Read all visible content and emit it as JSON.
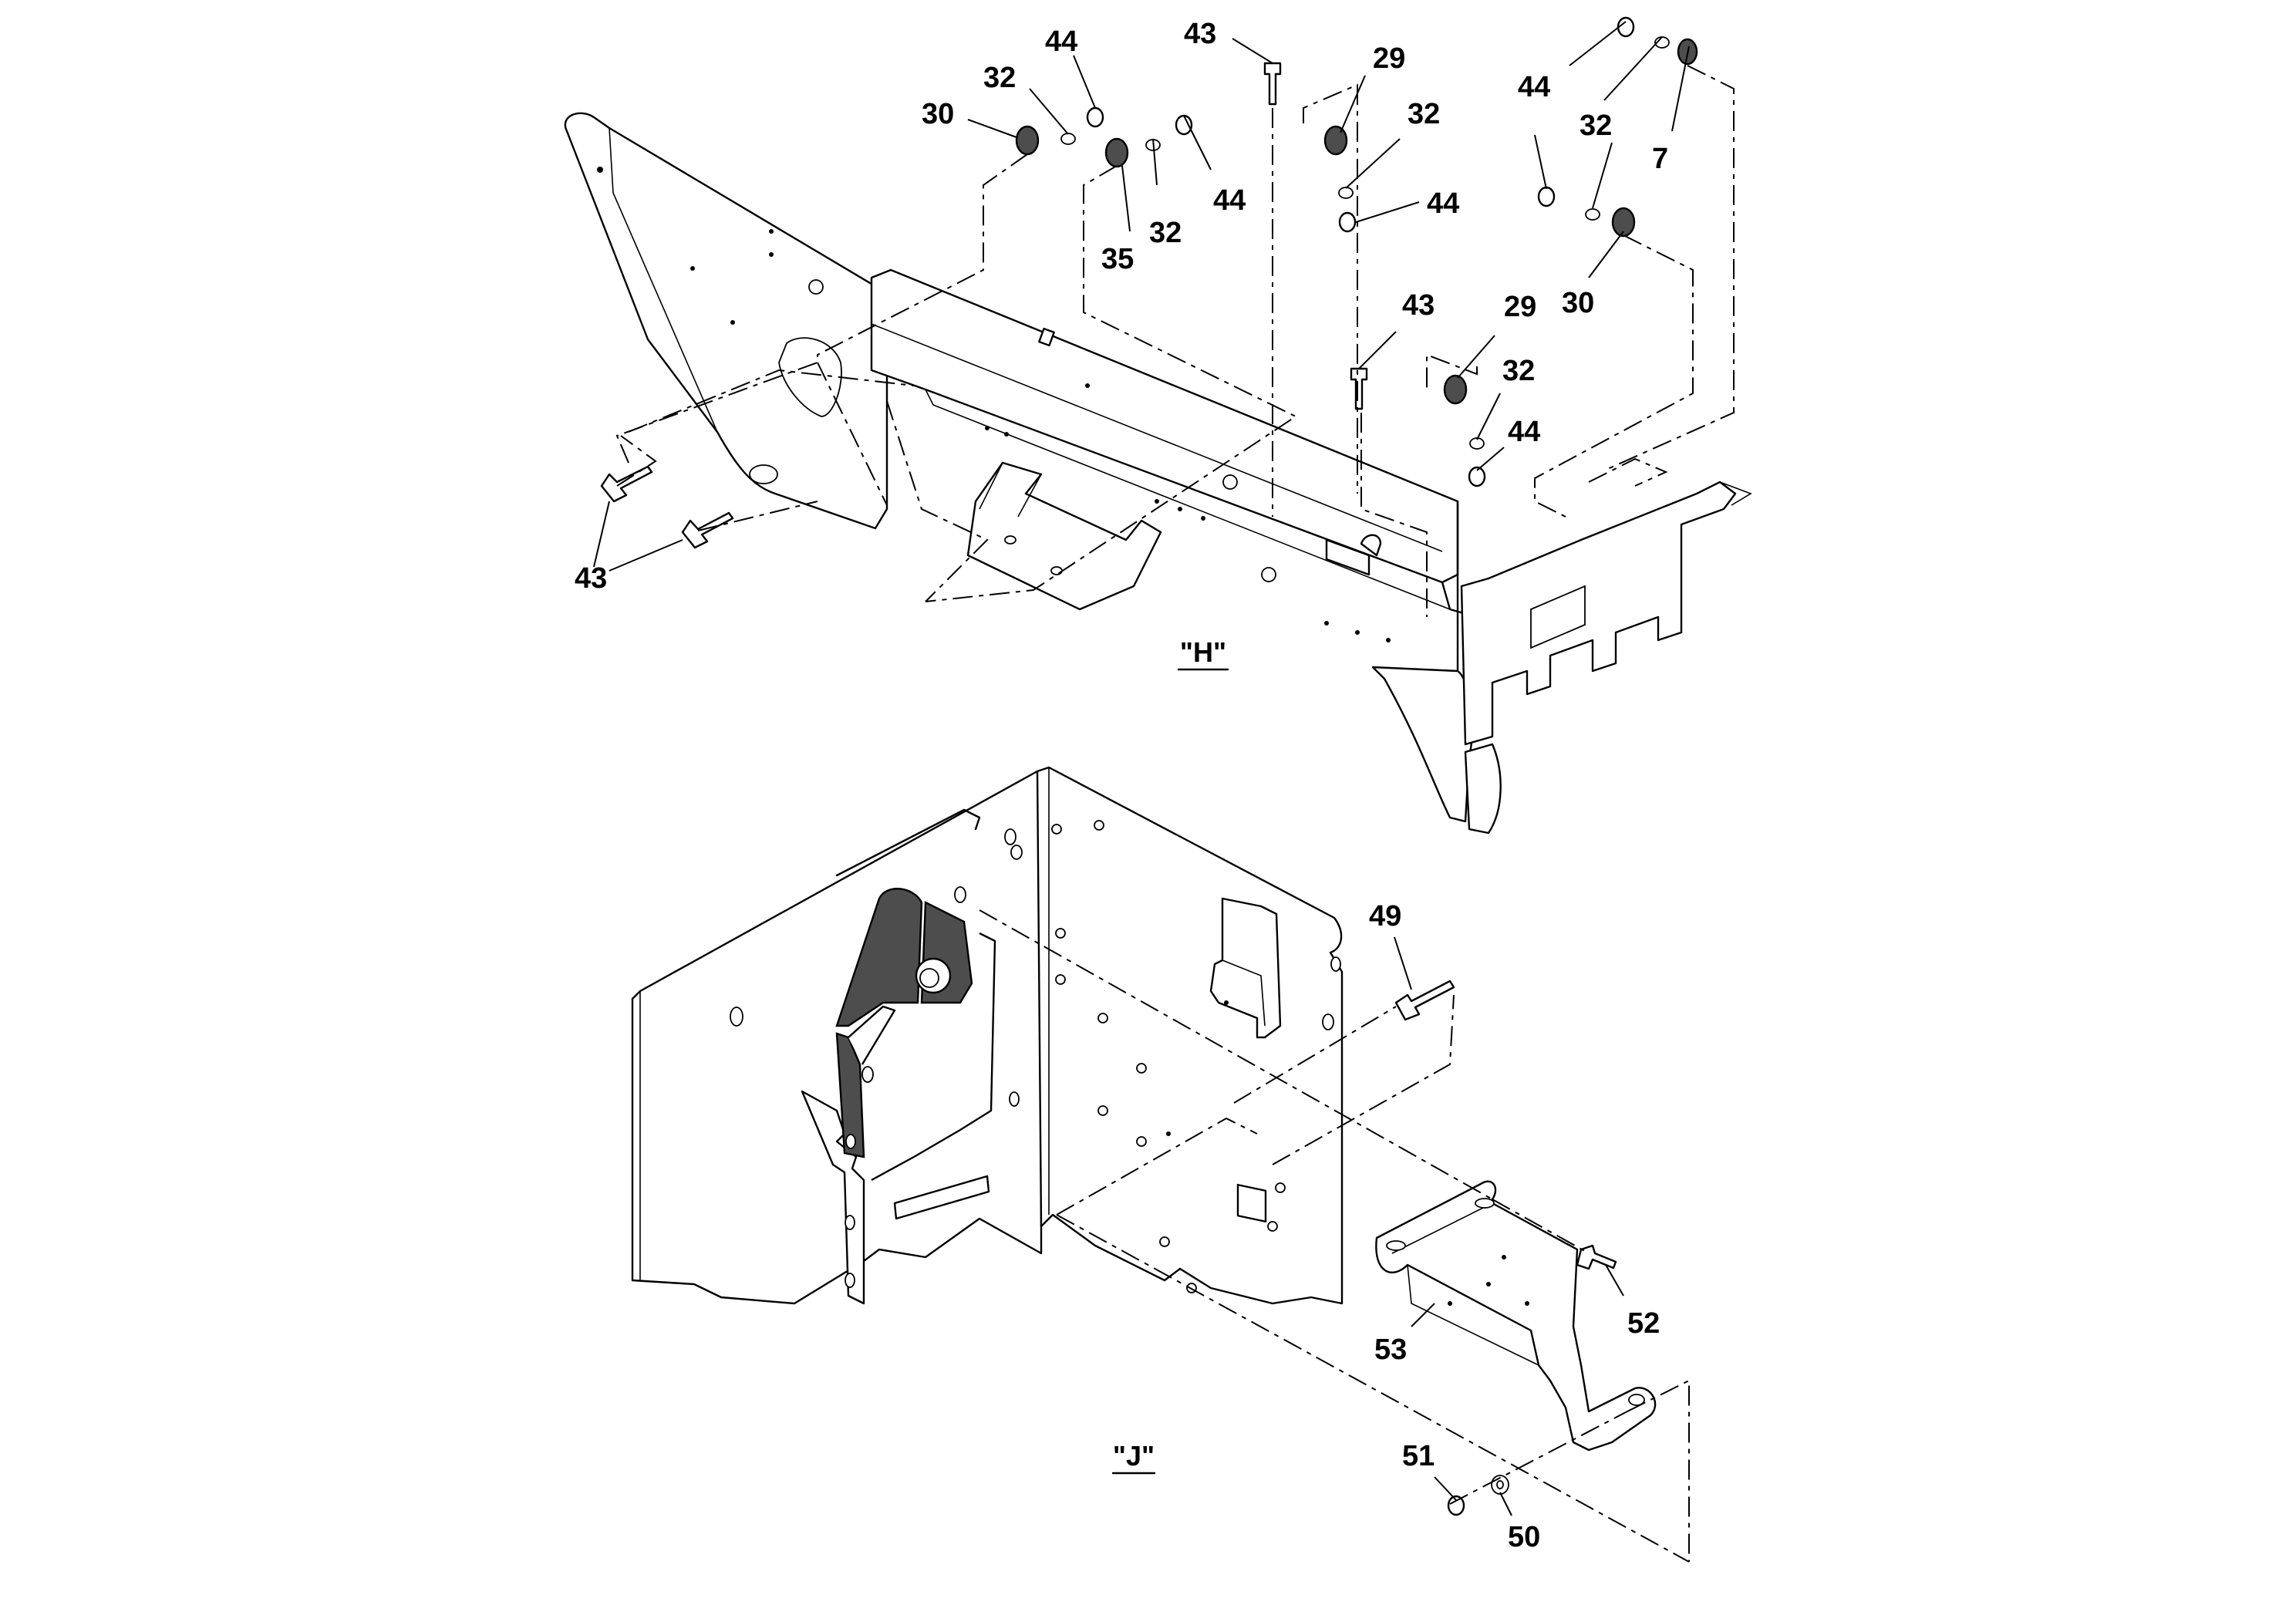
{
  "views": [
    {
      "id": "H",
      "label": "\"H\""
    },
    {
      "id": "J",
      "label": "\"J\""
    }
  ],
  "callouts_h": [
    "44",
    "43",
    "29",
    "44",
    "32",
    "32",
    "30",
    "7",
    "32",
    "44",
    "44",
    "32",
    "35",
    "44",
    "30",
    "43",
    "29",
    "32",
    "44",
    "43"
  ],
  "callouts_j": [
    "49",
    "52",
    "53",
    "51",
    "50"
  ],
  "colors": {
    "line": "#000000",
    "background": "#ffffff",
    "rubber": "#4d4d4d"
  }
}
